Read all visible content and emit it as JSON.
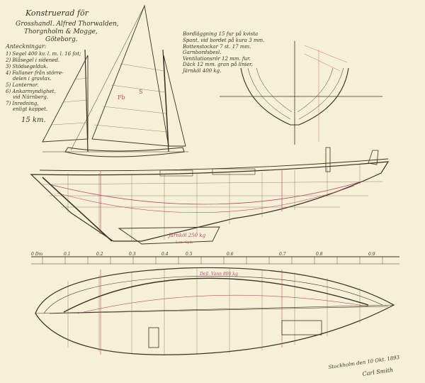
{
  "header": {
    "title": "Konstruerad för",
    "lines": [
      "Grosshandl. Alfred Thorwalden,",
      "Thorgnholm & Mogge,",
      "Göteborg."
    ]
  },
  "notes_left": {
    "heading": "Anteckningar:",
    "items": [
      "1) Segel 400 kv. l. m. l. 16 fot;",
      "2) Blåsegel i sidened.",
      "3) Stödsegelduk.",
      "4) Fallaner från större-",
      "delen i gravlax.",
      "5) Lanternor.",
      "6) Ankarmyndighet,",
      "vid Nürnberg.",
      "7) Inredning,",
      "enligt kappet."
    ],
    "scale": "15 km."
  },
  "notes_right": [
    "Bordläggning 15 fur på kvista",
    "Spant, vid bordet på kura 3 mm.",
    "Bottenstockar 7 st. 17 mm.",
    "Garnbordsbesl.",
    "Ventilationsrör 12 mm. fur.",
    "Däck 12 mm. gran på linier.",
    "Järnköl 400 kg."
  ],
  "labels": {
    "sail_main": "Fb",
    "sail_jib": "S",
    "keel_label": "Järnköl 250 kg",
    "keel_sub": "Lun. Spik",
    "deck_label": "Dejl. Vann 800 kg",
    "bottom_signature": "Stockholm den 10 Okt. 1893",
    "bottom_signature_2": "Carl Smith"
  },
  "scale_ticks": [
    "0 Dm",
    "0.1",
    "0.2",
    "0.3",
    "0.4",
    "0.5",
    "0.6",
    "0.7",
    "0.8",
    "0.9"
  ]
}
